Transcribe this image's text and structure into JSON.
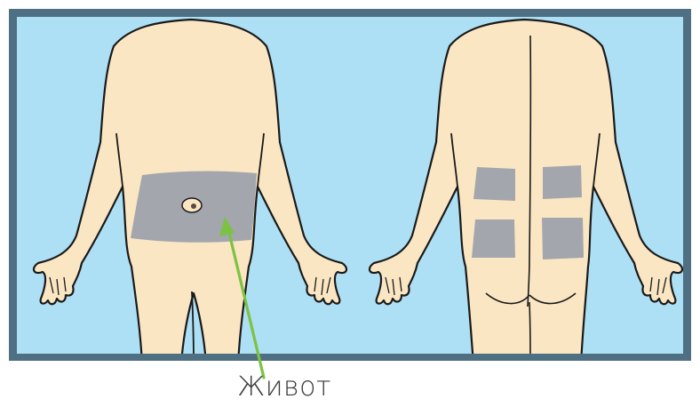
{
  "label": {
    "text": "Живот"
  },
  "colors": {
    "panel_background": "#aee0f5",
    "panel_border": "#4f6f82",
    "skin": "#fbe6c4",
    "outline": "#1a1a1a",
    "injection_zone": "#a3a6ad",
    "pointer_arrow": "#7cc243",
    "label_text": "#3a3a3a"
  },
  "figures": [
    {
      "name": "front-view",
      "zones": [
        "abdomen"
      ]
    },
    {
      "name": "back-view",
      "zones": [
        "upper-left-back",
        "upper-right-back",
        "lower-left-back",
        "lower-right-back"
      ]
    }
  ]
}
